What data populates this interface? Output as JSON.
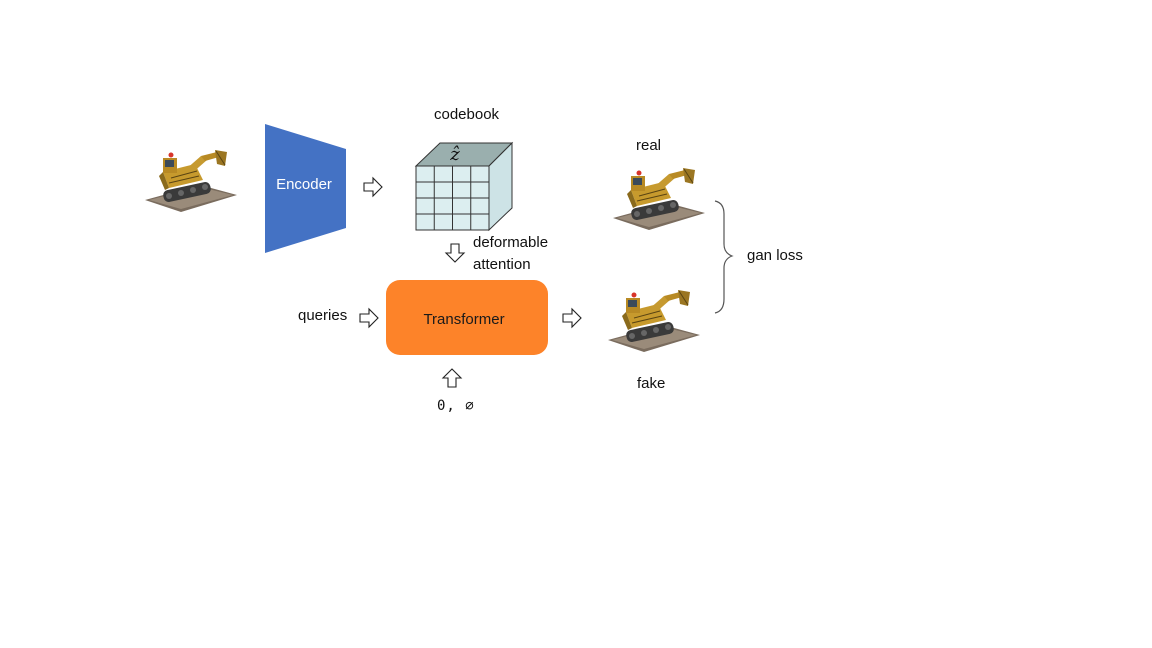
{
  "nodes": {
    "encoder": "Encoder",
    "transformer": "Transformer",
    "codebook_symbol": "ẑ"
  },
  "labels": {
    "codebook": "codebook",
    "deformable": "deformable",
    "attention": "attention",
    "queries": "queries",
    "real": "real",
    "fake": "fake",
    "gan_loss": "gan loss",
    "inputs": "0, ∅"
  },
  "colors": {
    "encoder_fill": "#4472c4",
    "transformer_fill": "#fd8329",
    "codebook_top": "#9aafae",
    "codebook_front": "#dceef0",
    "codebook_side": "#cde3e6"
  },
  "icons": {
    "arrow": "hollow-right-arrow",
    "image": "excavator-toy-image"
  }
}
